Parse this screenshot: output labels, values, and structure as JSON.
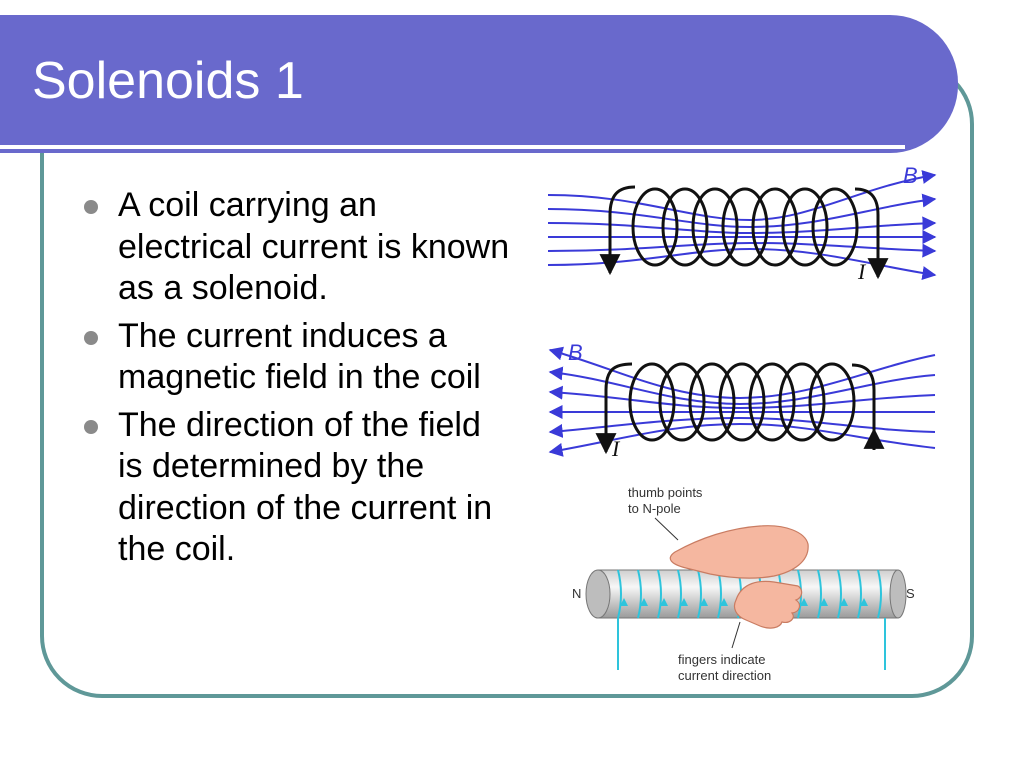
{
  "slide": {
    "title": "Solenoids 1",
    "bullets": [
      "A coil carrying an electrical current is known as a solenoid.",
      "The current induces a magnetic field in the coil",
      "The direction of the field is determined by the direction of the current in the coil."
    ]
  },
  "figures": {
    "top_solenoid": {
      "field_label": "B",
      "current_label": "I"
    },
    "middle_solenoid": {
      "field_label": "B",
      "current_label": "I"
    },
    "hand_rule": {
      "thumb_caption_1": "thumb points",
      "thumb_caption_2": "to N-pole",
      "north_label": "N",
      "south_label": "S",
      "fingers_caption_1": "fingers indicate",
      "fingers_caption_2": "current direction"
    }
  },
  "colors": {
    "title_bar": "#6969cc",
    "frame": "#5f9898",
    "field_lines": "#3a3ad8",
    "coil": "#111111",
    "rod_arrows": "#2ec4dc",
    "hand": "#f5b7a0"
  }
}
